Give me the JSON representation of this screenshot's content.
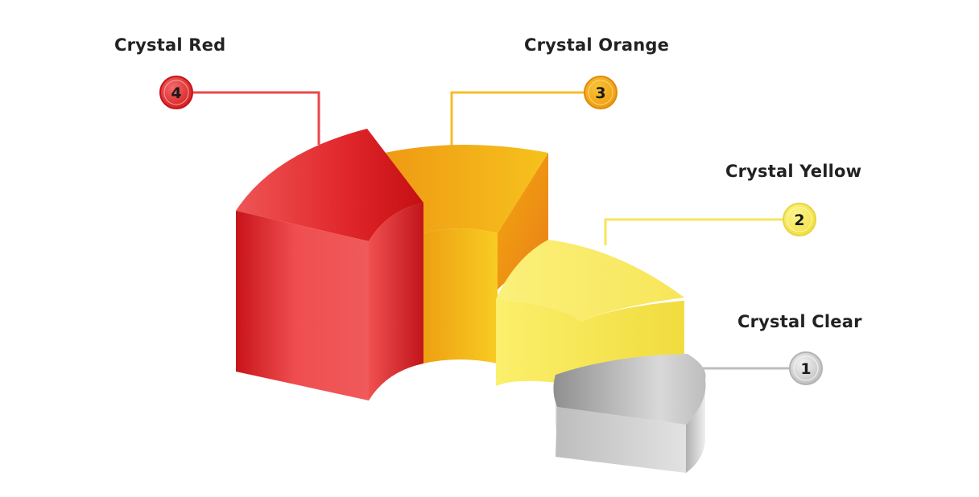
{
  "colors": {
    "red": "#e8262a",
    "orange": "#f5a51c",
    "yellow": "#f8ea5c",
    "clear": "#c4c4c4"
  },
  "steps": [
    {
      "number": "4",
      "label": "Crystal Red"
    },
    {
      "number": "3",
      "label": "Crystal Orange"
    },
    {
      "number": "2",
      "label": "Crystal Yellow"
    },
    {
      "number": "1",
      "label": "Crystal Clear"
    }
  ]
}
